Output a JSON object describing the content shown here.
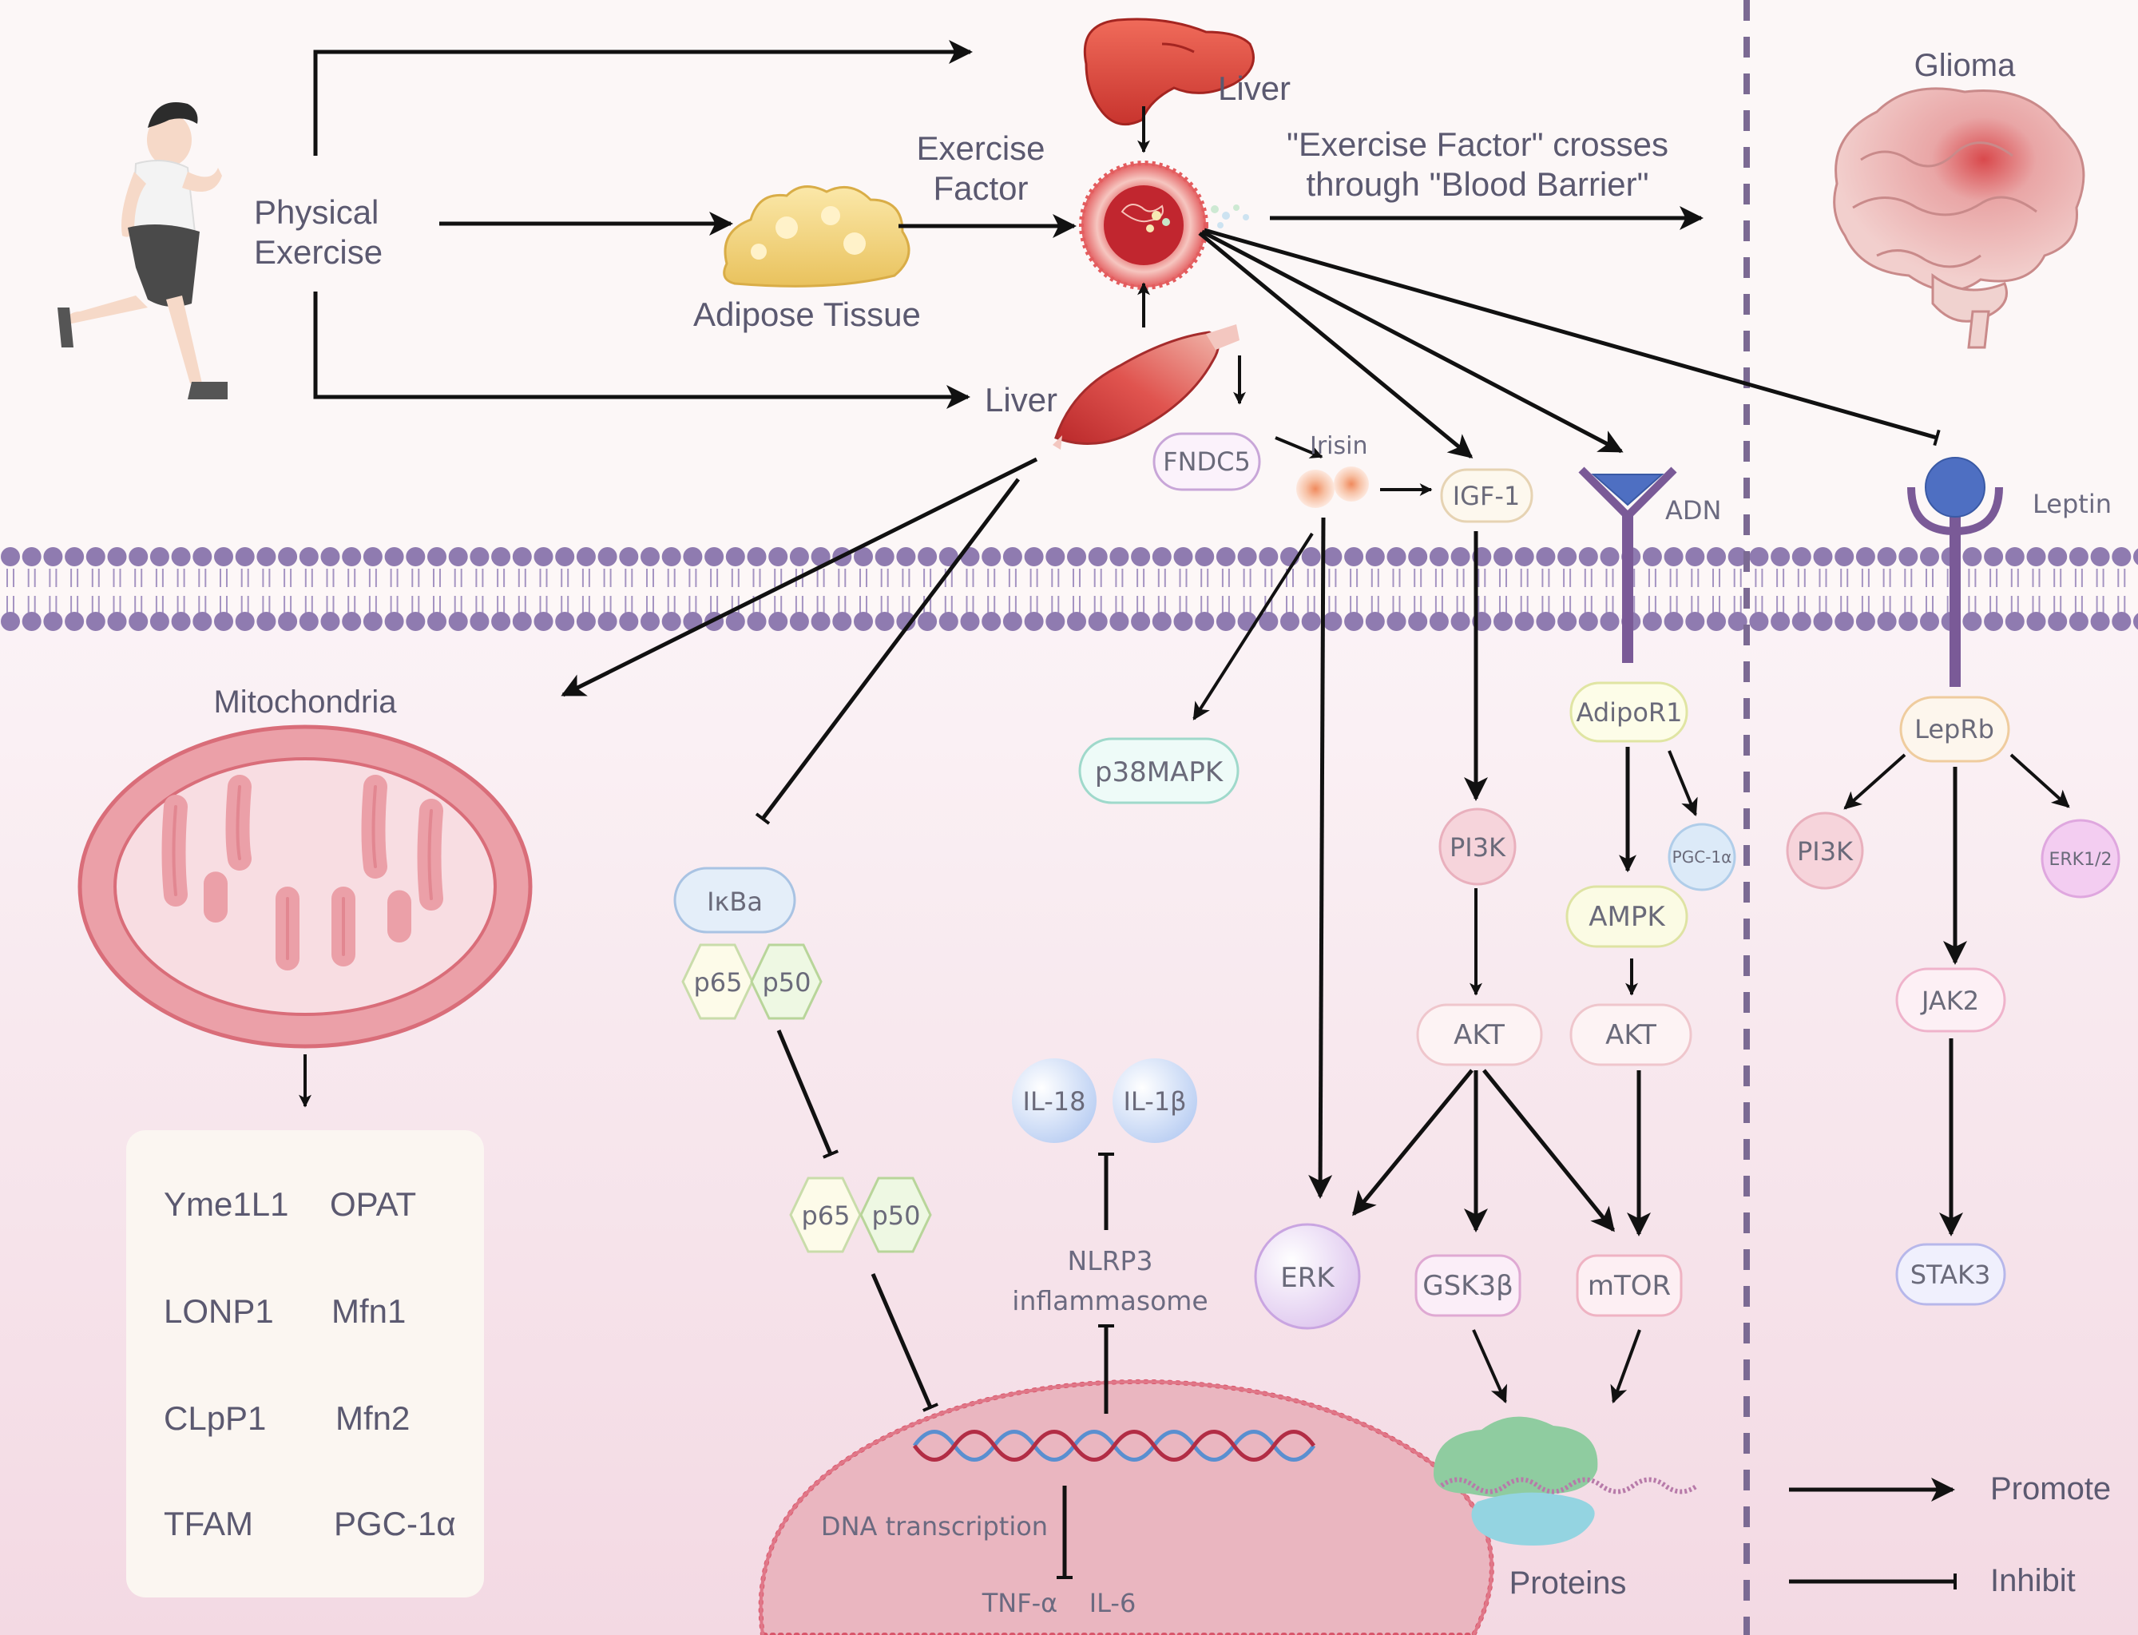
{
  "top": {
    "physical_exercise_l1": "Physical",
    "physical_exercise_l2": "Exercise",
    "adipose_tissue": "Adipose Tissue",
    "liver_top": "Liver",
    "liver_muscle": "Liver",
    "exercise_factor_l1": "Exercise",
    "exercise_factor_l2": "Factor",
    "crosses_l1": "\"Exercise Factor\" crosses",
    "crosses_l2": "through \"Blood Barrier\"",
    "glioma": "Glioma",
    "fndc5": "FNDC5",
    "irisin": "Irisin",
    "igf1": "IGF-1",
    "adn": "ADN",
    "leptin": "Leptin"
  },
  "mito": {
    "title": "Mitochondria",
    "genes": [
      "Yme1L1",
      "OPAT",
      "LONP1",
      "Mfn1",
      "CLpP1",
      "Mfn2",
      "TFAM",
      "PGC-1α"
    ]
  },
  "nfkb": {
    "ikba": "IκBa",
    "p65": "p65",
    "p50": "p50",
    "p65b": "p65",
    "p50b": "p50"
  },
  "inflam": {
    "il18": "IL-18",
    "il1b": "IL-1β",
    "nlrp3_l1": "NLRP3",
    "nlrp3_l2": "inflammasome",
    "dna": "DNA transcription",
    "tnfa": "TNF-α",
    "il6": "IL-6"
  },
  "pathway": {
    "p38": "p38MAPK",
    "pi3k": "PI3K",
    "akt": "AKT",
    "erk": "ERK",
    "gsk3b": "GSK3β",
    "mtor": "mTOR",
    "adipor1": "AdipoR1",
    "pgc1a": "PGC-1α",
    "ampk": "AMPK",
    "akt2": "AKT",
    "proteins": "Proteins"
  },
  "leptin_path": {
    "leprb": "LepRb",
    "pi3k": "PI3K",
    "erk12": "ERK1/2",
    "jak2": "JAK2",
    "stak3": "STAK3"
  },
  "legend": {
    "promote": "Promote",
    "inhibit": "Inhibit"
  },
  "colors": {
    "membrane": "#8f7bb0",
    "text": "#5b5970",
    "line": "#111111"
  }
}
